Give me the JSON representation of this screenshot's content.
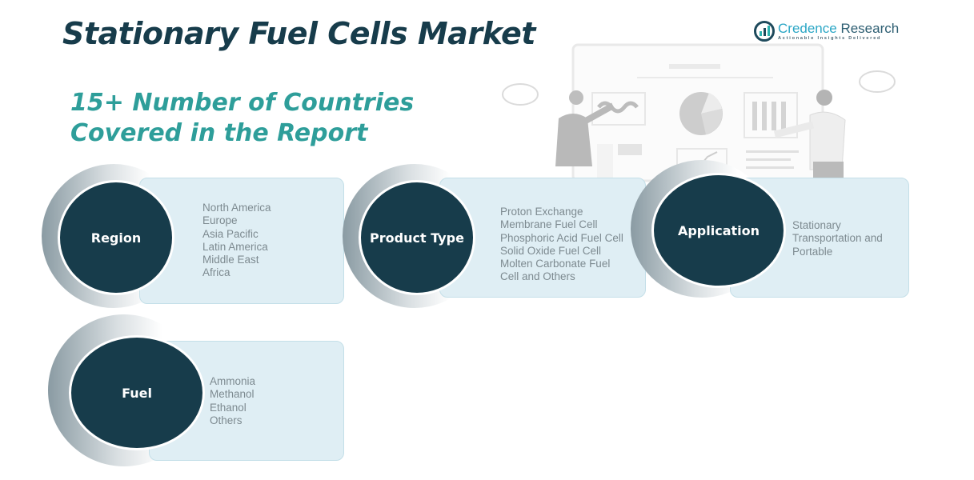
{
  "header": {
    "title": "Stationary Fuel Cells Market",
    "subtitle_line1": "15+ Number of Countries",
    "subtitle_line2": "Covered in the Report"
  },
  "logo": {
    "icon": "credence-logo-icon",
    "name_part1": "Credence",
    "name_part2": "Research",
    "tagline": "Actionable Insights Delivered"
  },
  "illustration": {
    "description": "two-people-presenting-dashboard-icon"
  },
  "colors": {
    "title": "#173c4b",
    "subtitle": "#2e9e9a",
    "circle": "#173c4b",
    "card": "#dfeef4",
    "item_text": "#7d8a90"
  },
  "segments": [
    {
      "label": "Region",
      "items": [
        "North America",
        "Europe",
        "Asia Pacific",
        "Latin America",
        "Middle East",
        "Africa"
      ]
    },
    {
      "label": "Product Type",
      "items": [
        "Proton Exchange",
        "Membrane Fuel Cell",
        "Phosphoric  Acid Fuel Cell",
        "Solid Oxide Fuel Cell",
        "Molten Carbonate Fuel",
        "Cell and Others"
      ]
    },
    {
      "label": "Application",
      "items": [
        "Stationary",
        "Transportation and",
        "Portable"
      ]
    },
    {
      "label": "Fuel",
      "items": [
        "Ammonia",
        "Methanol",
        "Ethanol",
        "Others"
      ]
    }
  ]
}
